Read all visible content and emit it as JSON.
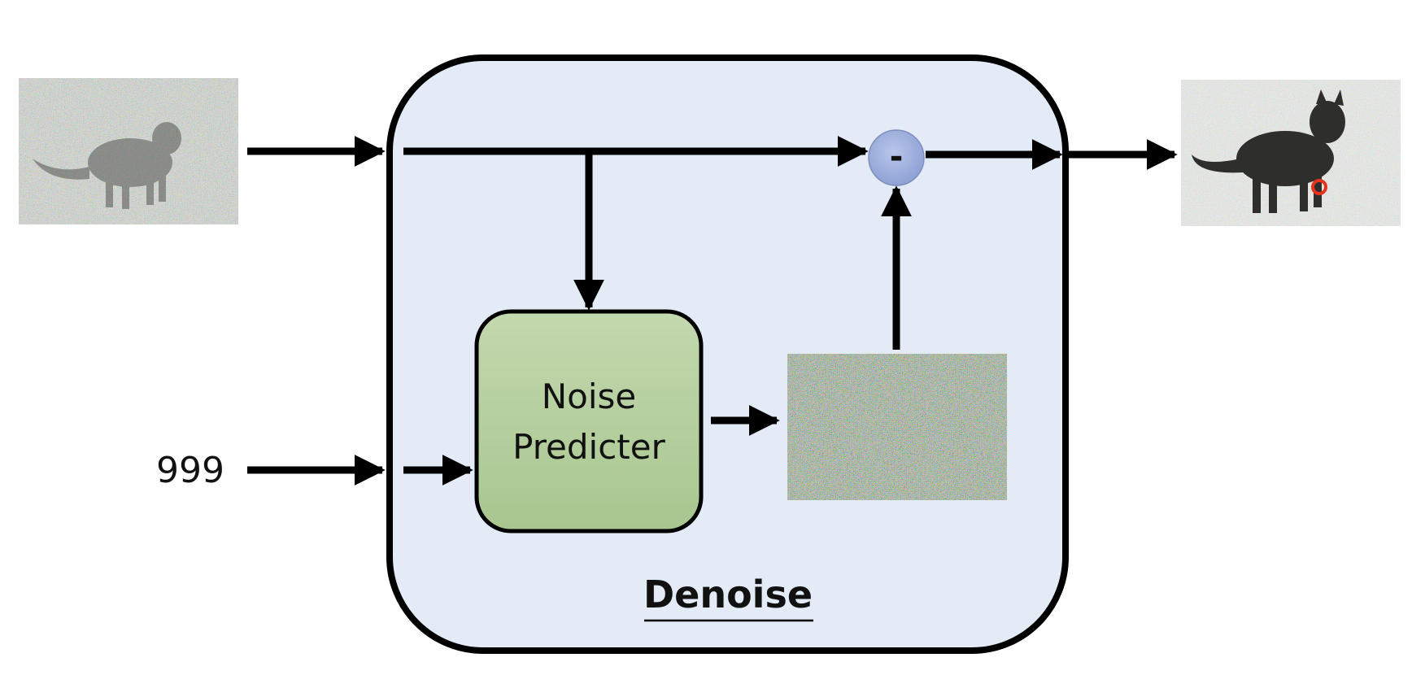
{
  "diagram": {
    "container_label": "Denoise",
    "module_label_line1": "Noise",
    "module_label_line2": "Predicter",
    "step_label": "999",
    "subtract_symbol": "-",
    "colors": {
      "container_fill": "#e3ebf6",
      "module_fill": "#b1cd99",
      "subtract_fill": "#9fb0dc",
      "stroke": "#000000"
    }
  }
}
